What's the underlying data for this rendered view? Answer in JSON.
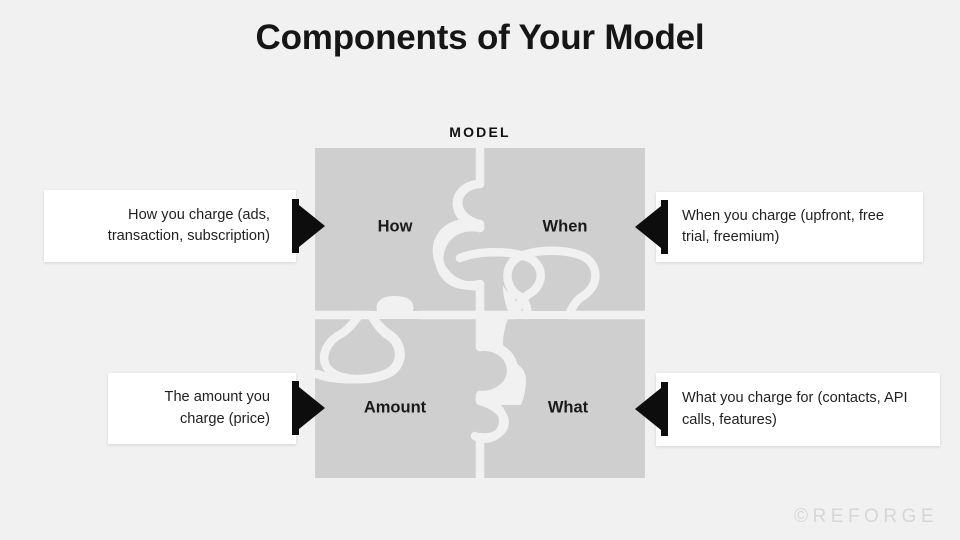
{
  "slide": {
    "title": "Components of Your Model",
    "background_color": "#f1f1f1"
  },
  "diagram": {
    "caption": "MODEL",
    "type": "2x2-puzzle",
    "tile_color": "#cfcfcf",
    "gap_color": "#f1f1f1",
    "tiles": [
      {
        "id": "how",
        "label": "How"
      },
      {
        "id": "when",
        "label": "When"
      },
      {
        "id": "amount",
        "label": "Amount"
      },
      {
        "id": "what",
        "label": "What"
      }
    ]
  },
  "callouts": [
    {
      "id": "how",
      "side": "left",
      "text": "How you charge (ads, transaction, subscription)",
      "target": "How"
    },
    {
      "id": "when",
      "side": "right",
      "text": "When you charge (upfront, free trial, freemium)",
      "target": "When"
    },
    {
      "id": "amount",
      "side": "left",
      "text": "The amount you charge (price)",
      "target": "Amount"
    },
    {
      "id": "what",
      "side": "right",
      "text": "What you charge for (contacts, API calls, features)",
      "target": "What"
    }
  ],
  "watermark": {
    "text": "©REFORGE",
    "color": "#d6d6d6"
  }
}
